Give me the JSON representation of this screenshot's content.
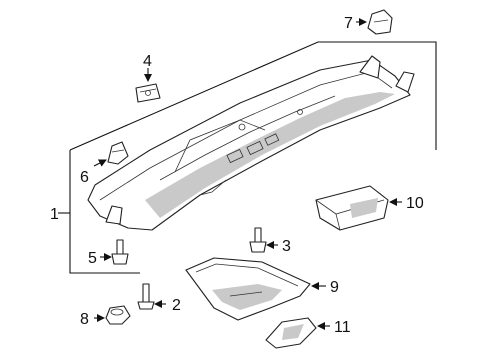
{
  "callouts": {
    "c1": "1",
    "c2": "2",
    "c3": "3",
    "c4": "4",
    "c5": "5",
    "c6": "6",
    "c7": "7",
    "c8": "8",
    "c9": "9",
    "c10": "10",
    "c11": "11"
  },
  "colors": {
    "ink": "#111111",
    "shade": "#c9c9c9",
    "background": "#ffffff"
  }
}
